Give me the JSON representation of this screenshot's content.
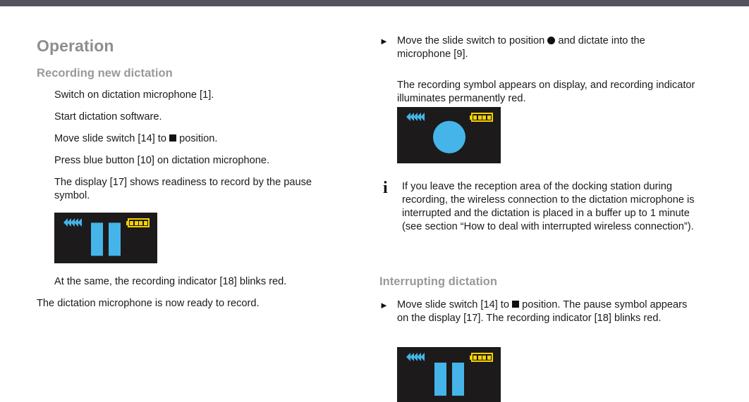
{
  "page": {
    "top_rule_color": "#54545e",
    "background": "#ffffff"
  },
  "colors": {
    "heading_gray": "#8e8e8e",
    "subheading_gray": "#999999",
    "body_text": "#1a1a1a",
    "lcd_background": "#1c1a1a",
    "lcd_blue": "#45b4e8",
    "battery_yellow": "#f5d000"
  },
  "left_column": {
    "heading": "Operation",
    "subheading": "Recording new dictation",
    "steps": [
      {
        "text_before": "Switch on dictation microphone [1].",
        "glyph": null,
        "text_after": ""
      },
      {
        "text_before": "Start dictation software.",
        "glyph": null,
        "text_after": ""
      },
      {
        "text_before": "Move slide switch [14] to ",
        "glyph": "square",
        "text_after": " position."
      },
      {
        "text_before": "Press blue button [10] on dictation microphone.",
        "glyph": null,
        "text_after": ""
      },
      {
        "text_before": "The display [17] shows readiness to record by the pause symbol.",
        "glyph": null,
        "text_after": ""
      }
    ],
    "display_pause": {
      "name": "pause-display",
      "chevron_count": 5,
      "battery_cells": 4,
      "symbol": "pause"
    },
    "after_display": "At the same, the recording indicator [18] blinks red.",
    "closing": "The dictation microphone is now ready to record."
  },
  "right_column": {
    "step_one": {
      "marker": "►",
      "text_before": "Move the slide switch to position ",
      "glyph": "circle",
      "text_after": " and dictate into the microphone [9]."
    },
    "result_text": "The recording symbol appears on display, and recording indicator illuminates permanently red.",
    "display_record": {
      "name": "record-display",
      "chevron_count": 5,
      "battery_cells": 4,
      "symbol": "record"
    },
    "note": {
      "icon": "info-icon",
      "icon_glyph": "i",
      "text": "If you leave the reception area of the docking station during recording, the wireless connection to the dictation microphone is interrupted and the dictation is placed in a buffer up to 1 minute (see section “How to deal with interrupted wireless connection”)."
    },
    "subheading": "Interrupting dictation",
    "step_two": {
      "marker": "►",
      "text_before": "Move slide switch [14] to ",
      "glyph": "square",
      "text_after": " position. The pause symbol appears on the display [17]. The recording indicator [18] blinks red."
    },
    "display_pause_bottom": {
      "name": "pause-display-bottom",
      "chevron_count": 5,
      "battery_cells": 4,
      "symbol": "pause"
    }
  }
}
